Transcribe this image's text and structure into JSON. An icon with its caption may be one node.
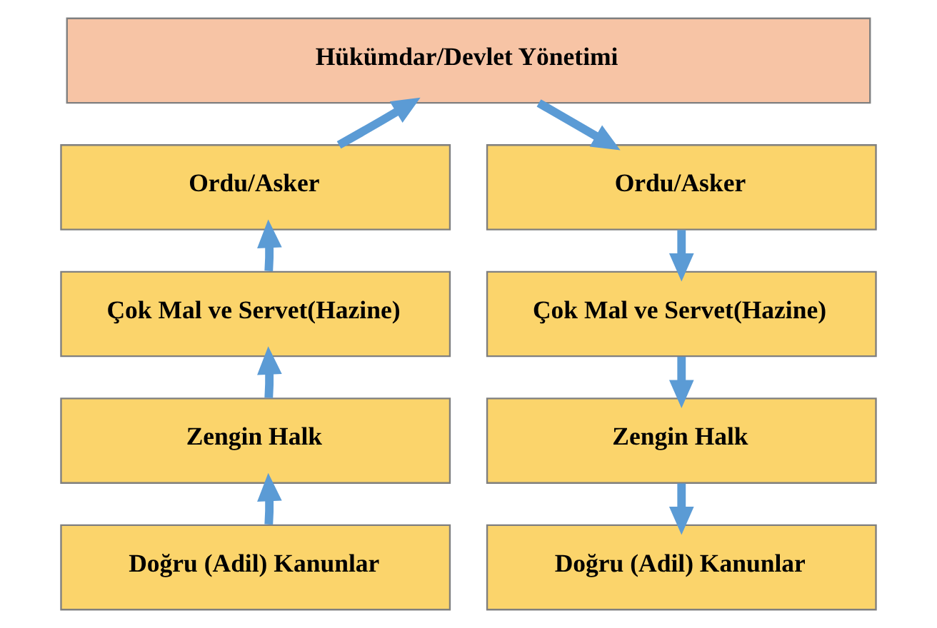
{
  "diagram": {
    "nodes": [
      {
        "text": [
          "Hükümdar/Devlet Yönetimi"
        ]
      },
      {
        "text": [
          "Ordu/Asker"
        ]
      },
      {
        "text": [
          "Ordu/Asker"
        ]
      },
      {
        "text": [
          "Çok Mal ve Servet(Hazine)"
        ]
      },
      {
        "text": [
          "Çok Mal ve Servet(Hazine)"
        ]
      },
      {
        "text": [
          "Zengin Halk"
        ]
      },
      {
        "text": [
          "Zengin Halk"
        ]
      },
      {
        "text": [
          "Doğru (Adil) Kanunlar"
        ]
      },
      {
        "text": [
          "Doğru (Adil) Kanunlar"
        ]
      }
    ],
    "edges": [
      {
        "from": 7,
        "to": 5,
        "arrow": "to"
      },
      {
        "from": 5,
        "to": 3,
        "arrow": "to"
      },
      {
        "from": 3,
        "to": 1,
        "arrow": "to"
      },
      {
        "from": 1,
        "to": 0,
        "arrow": "to"
      },
      {
        "from": 0,
        "to": 2,
        "arrow": "to"
      },
      {
        "from": 2,
        "to": 4,
        "arrow": "to"
      },
      {
        "from": 4,
        "to": 6,
        "arrow": "to"
      },
      {
        "from": 6,
        "to": 8,
        "arrow": "to"
      }
    ]
  }
}
